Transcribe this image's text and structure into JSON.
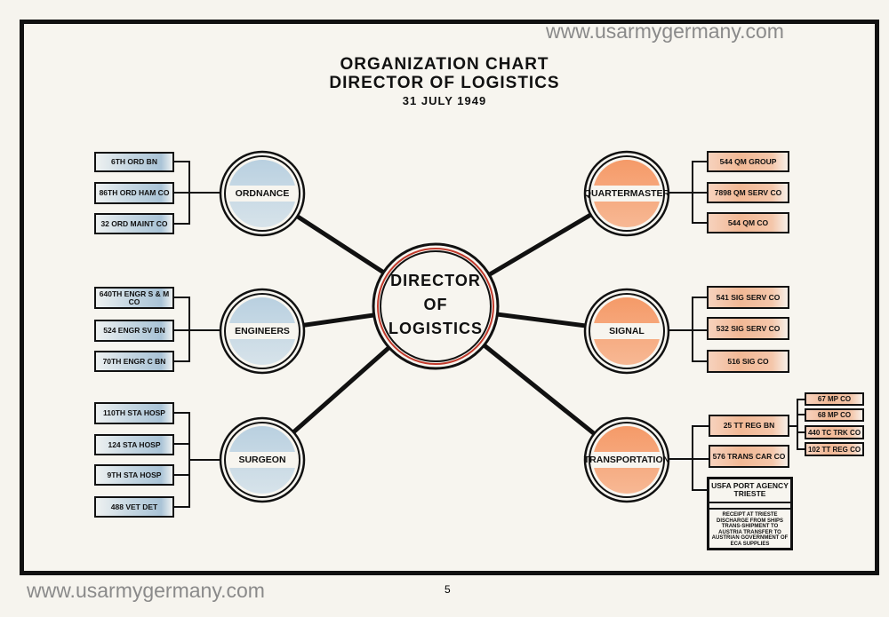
{
  "watermark": "www.usarmygermany.com",
  "page_number": "5",
  "title": {
    "line1": "ORGANIZATION CHART",
    "line2": "DIRECTOR OF LOGISTICS",
    "date": "31 JULY 1949"
  },
  "center": {
    "line1": "DIRECTOR",
    "line2": "OF",
    "line3": "LOGISTICS"
  },
  "colors": {
    "technical_services_left": "#a9c3d6",
    "technical_services_right": "#f08a55",
    "ring": "#c0392b"
  },
  "ordnance": {
    "label": "ORDNANCE",
    "units": [
      "6TH ORD BN",
      "86TH ORD HAM CO",
      "32 ORD MAINT CO"
    ]
  },
  "engineers": {
    "label": "ENGINEERS",
    "units": [
      "640TH ENGR S & M CO",
      "524 ENGR SV BN",
      "70TH ENGR C BN"
    ]
  },
  "surgeon": {
    "label": "SURGEON",
    "units": [
      "110TH STA HOSP",
      "124 STA HOSP",
      "9TH STA HOSP",
      "488 VET DET"
    ]
  },
  "quartermaster": {
    "label": "QUARTERMASTER",
    "units": [
      "544 QM GROUP",
      "7898 QM SERV CO",
      "544 QM CO"
    ]
  },
  "signal": {
    "label": "SIGNAL",
    "units": [
      "541 SIG SERV CO",
      "532 SIG SERV CO",
      "516 SIG CO"
    ]
  },
  "transportation": {
    "label": "TRANSPORTATION",
    "units": [
      "25 TT REG BN",
      "576 TRANS CAR CO"
    ],
    "sub_units": [
      "67 MP CO",
      "68 MP CO",
      "440 TC TRK CO",
      "102 TT REG CO"
    ],
    "port_agency": {
      "title": "USFA PORT AGENCY TRIESTE",
      "duties": "RECEIPT AT TRIESTE DISCHARGE FROM SHIPS TRANS-SHIPMENT TO AUSTRIA TRANSFER TO AUSTRIAN GOVERNMENT OF ECA SUPPLIES"
    }
  }
}
